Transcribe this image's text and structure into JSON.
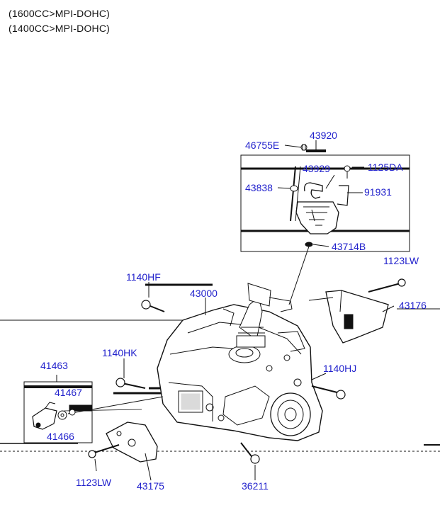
{
  "header": {
    "line1": "(1600CC>MPI-DOHC)",
    "line2": "(1400CC>MPI-DOHC)"
  },
  "colors": {
    "part_label": "#2222cc",
    "line_art": "#111111",
    "background": "#ffffff"
  },
  "parts": {
    "p46755E": "46755E",
    "p43920": "43920",
    "p43929": "43929",
    "p1125DA": "1125DA",
    "p43838": "43838",
    "p91931": "91931",
    "p43714B": "43714B",
    "p1123LW_top": "1123LW",
    "p1140HF": "1140HF",
    "p43000": "43000",
    "p43176": "43176",
    "p1140HK": "1140HK",
    "p41463": "41463",
    "p41467": "41467",
    "p1140HJ": "1140HJ",
    "p41466": "41466",
    "p1123LW_bottom": "1123LW",
    "p43175": "43175",
    "p36211": "36211"
  }
}
